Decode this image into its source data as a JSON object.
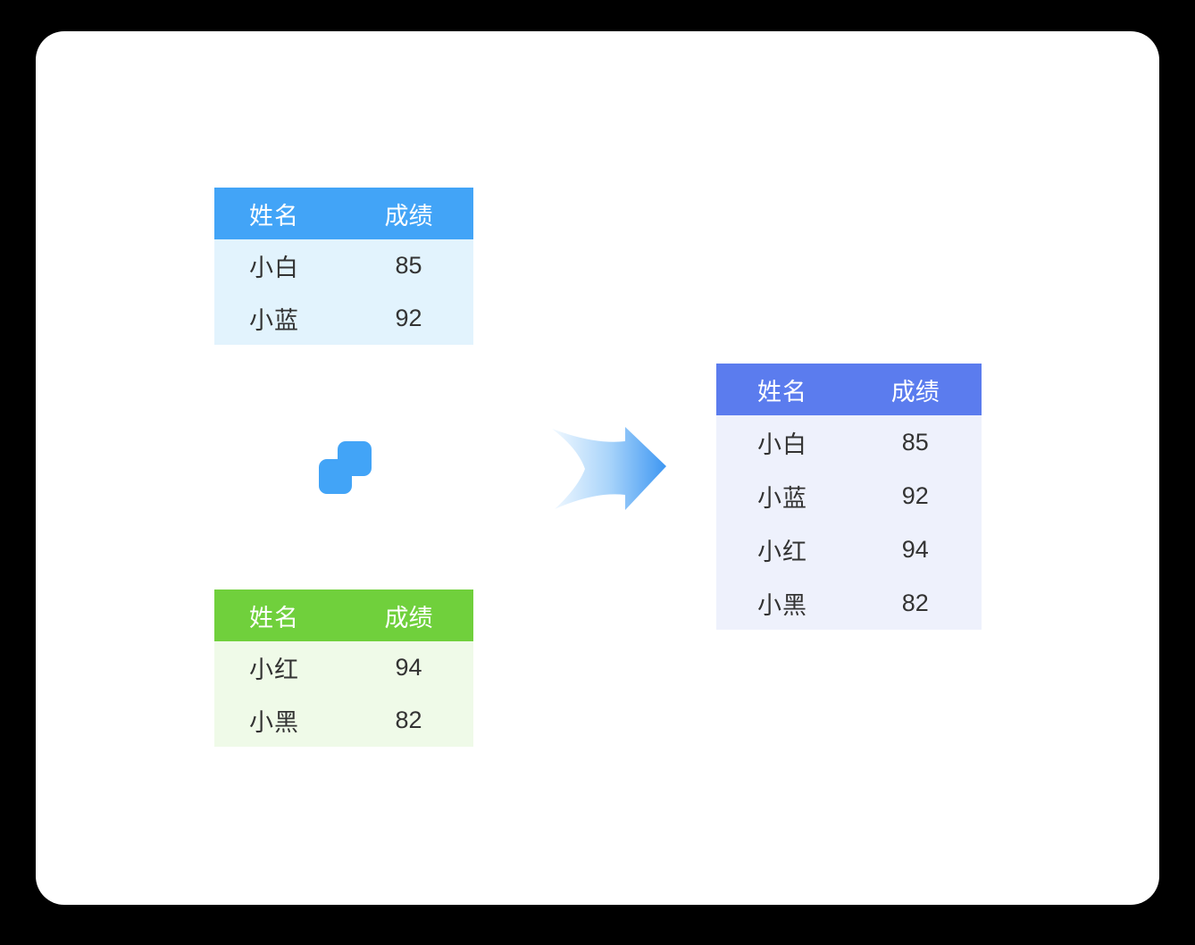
{
  "colors": {
    "page_bg": "#000000",
    "card_bg": "#ffffff",
    "table1_header_bg": "#42a4f7",
    "table1_body_bg": "#e2f3fd",
    "table2_header_bg": "#70d03c",
    "table2_body_bg": "#effae8",
    "table3_header_bg": "#5b7cee",
    "table3_body_bg": "#eef1fc",
    "header_text": "#ffffff",
    "body_text": "#333333",
    "merge_icon": "#42a4f7",
    "arrow_start": "#f2f9ff",
    "arrow_mid": "#a9d4fa",
    "arrow_end": "#3e97f2"
  },
  "icons": {
    "merge": "merge-squares-icon",
    "arrow": "right-arrow-icon"
  },
  "tables": {
    "source_top": {
      "columns": [
        "姓名",
        "成绩"
      ],
      "rows": [
        [
          "小白",
          "85"
        ],
        [
          "小蓝",
          "92"
        ]
      ]
    },
    "source_bottom": {
      "columns": [
        "姓名",
        "成绩"
      ],
      "rows": [
        [
          "小红",
          "94"
        ],
        [
          "小黑",
          "82"
        ]
      ]
    },
    "result": {
      "columns": [
        "姓名",
        "成绩"
      ],
      "rows": [
        [
          "小白",
          "85"
        ],
        [
          "小蓝",
          "92"
        ],
        [
          "小红",
          "94"
        ],
        [
          "小黑",
          "82"
        ]
      ]
    }
  }
}
